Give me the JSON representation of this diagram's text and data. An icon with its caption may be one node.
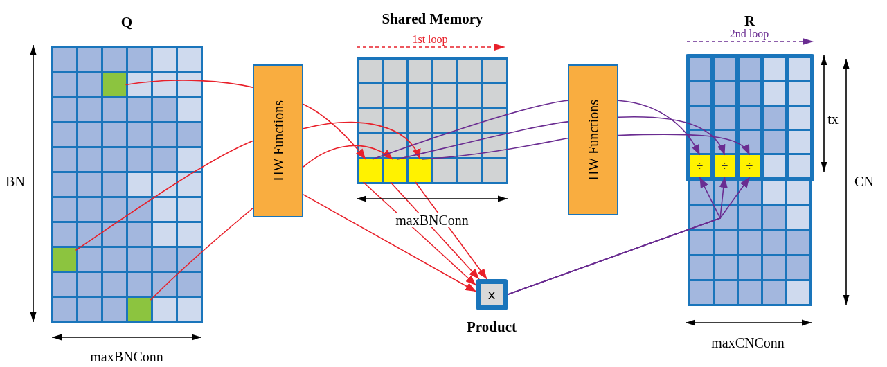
{
  "diagram": {
    "nodes": [
      {
        "text": [
          "Q"
        ]
      },
      {
        "text": [],
        "shape": "box",
        "in": 0
      },
      {
        "text": [],
        "shape": "box",
        "in": 0
      },
      {
        "text": [],
        "shape": "box",
        "in": 0
      },
      {
        "text": [
          "HW Functions"
        ]
      },
      {
        "text": [
          "Shared Memory"
        ]
      },
      {
        "text": [],
        "shape": "box",
        "in": 5
      },
      {
        "text": [],
        "shape": "box",
        "in": 5
      },
      {
        "text": [],
        "shape": "box",
        "in": 5
      },
      {
        "text": [
          "HW Functions"
        ]
      },
      {
        "text": [
          "R"
        ]
      },
      {
        "text": [
          "÷"
        ],
        "in": 10
      },
      {
        "text": [
          "÷"
        ],
        "in": 10
      },
      {
        "text": [
          "÷"
        ],
        "in": 10
      },
      {
        "text": [
          "x",
          "Product"
        ]
      }
    ],
    "edges": [
      {
        "from": 1,
        "to": 4,
        "arrow": "none"
      },
      {
        "from": 2,
        "to": 4,
        "arrow": "none"
      },
      {
        "from": 3,
        "to": 4,
        "arrow": "none"
      },
      {
        "from": 4,
        "to": 6,
        "arrow": "to"
      },
      {
        "from": 4,
        "to": 8,
        "arrow": "to"
      },
      {
        "from": 4,
        "to": 7,
        "arrow": "to"
      },
      {
        "from": 6,
        "to": 14,
        "arrow": "to"
      },
      {
        "from": 7,
        "to": 14,
        "arrow": "to"
      },
      {
        "from": 8,
        "to": 14,
        "arrow": "to"
      },
      {
        "from": 4,
        "to": 14,
        "arrow": "to"
      },
      {
        "from": 6,
        "to": 9,
        "arrow": "none",
        "color": "#6a2c91"
      },
      {
        "from": 7,
        "to": 9,
        "arrow": "none",
        "color": "#6a2c91"
      },
      {
        "from": 8,
        "to": 9,
        "arrow": "none",
        "color": "#6a2c91"
      },
      {
        "from": 9,
        "to": 11,
        "arrow": "to",
        "color": "#6a2c91"
      },
      {
        "from": 9,
        "to": 12,
        "arrow": "to",
        "color": "#6a2c91"
      },
      {
        "from": 9,
        "to": 13,
        "arrow": "to",
        "color": "#6a2c91"
      },
      {
        "from": 14,
        "to": 11,
        "arrow": "to",
        "color": "#6a2c91"
      },
      {
        "from": 14,
        "to": 12,
        "arrow": "to",
        "color": "#6a2c91"
      },
      {
        "from": 14,
        "to": 13,
        "arrow": "to",
        "color": "#6a2c91"
      }
    ],
    "labels": [
      "1st loop",
      "2nd loop",
      "BN",
      "maxBNConn",
      "maxBNConn",
      "tx",
      "CN",
      "maxCNConn"
    ]
  }
}
